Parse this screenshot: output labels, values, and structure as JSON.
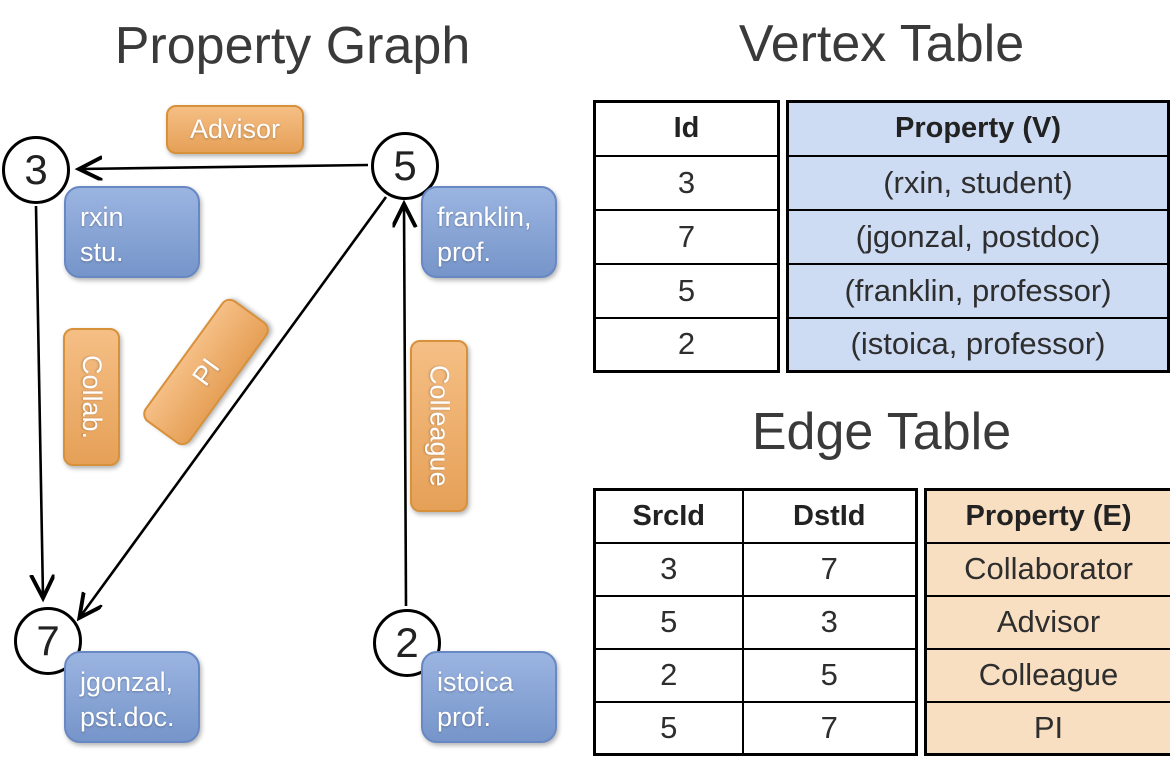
{
  "graph": {
    "title": "Property Graph",
    "nodes": [
      {
        "id": "3",
        "prop_line1": "rxin",
        "prop_line2": "stu."
      },
      {
        "id": "5",
        "prop_line1": "franklin,",
        "prop_line2": "prof."
      },
      {
        "id": "7",
        "prop_line1": "jgonzal,",
        "prop_line2": "pst.doc."
      },
      {
        "id": "2",
        "prop_line1": "istoica",
        "prop_line2": "prof."
      }
    ],
    "edge_labels": [
      {
        "label": "Advisor"
      },
      {
        "label": "Collab."
      },
      {
        "label": "PI"
      },
      {
        "label": "Colleague"
      }
    ]
  },
  "vertex_table": {
    "title": "Vertex Table",
    "headers": {
      "id": "Id",
      "property": "Property (V)"
    },
    "rows": [
      {
        "id": "3",
        "property": "(rxin, student)"
      },
      {
        "id": "7",
        "property": "(jgonzal, postdoc)"
      },
      {
        "id": "5",
        "property": "(franklin, professor)"
      },
      {
        "id": "2",
        "property": "(istoica, professor)"
      }
    ]
  },
  "edge_table": {
    "title": "Edge Table",
    "headers": {
      "src": "SrcId",
      "dst": "DstId",
      "property": "Property (E)"
    },
    "rows": [
      {
        "src": "3",
        "dst": "7",
        "property": "Collaborator"
      },
      {
        "src": "5",
        "dst": "3",
        "property": "Advisor"
      },
      {
        "src": "2",
        "dst": "5",
        "property": "Colleague"
      },
      {
        "src": "5",
        "dst": "7",
        "property": "PI"
      }
    ]
  },
  "colors": {
    "edge_label_fill": "#F2A95C",
    "edge_label_border": "#D8913B",
    "vertex_label_fill": "#7FA0D9",
    "vertex_label_border": "#6888C4",
    "vertex_cell_fill": "#CDDBF3",
    "edge_cell_fill": "#F8DFC2",
    "arrow_color": "#000000",
    "text_dark": "#3A3A3A"
  }
}
